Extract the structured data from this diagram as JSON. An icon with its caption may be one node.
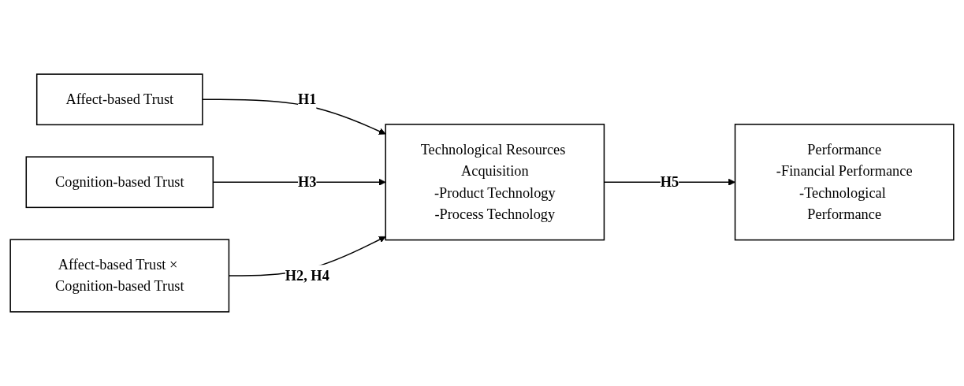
{
  "diagram": {
    "nodes": [
      {
        "text": [
          "Affect-based Trust"
        ]
      },
      {
        "text": [
          "Cognition-based Trust"
        ]
      },
      {
        "text": [
          "Affect-based Trust × Cognition-based Trust"
        ]
      },
      {
        "text": [
          "Technological Resources Acquisition",
          "-Product Technology",
          "-Process Technology"
        ]
      },
      {
        "text": [
          "Performance",
          "-Financial Performance",
          "-Technological Performance"
        ]
      }
    ],
    "edges": [
      {
        "from": 0,
        "to": 3,
        "arrow": "to",
        "label": "H1"
      },
      {
        "from": 1,
        "to": 3,
        "arrow": "to",
        "label": "H3"
      },
      {
        "from": 2,
        "to": 3,
        "arrow": "to",
        "label": "H2, H4"
      },
      {
        "from": 3,
        "to": 4,
        "arrow": "to",
        "label": "H5"
      }
    ]
  }
}
